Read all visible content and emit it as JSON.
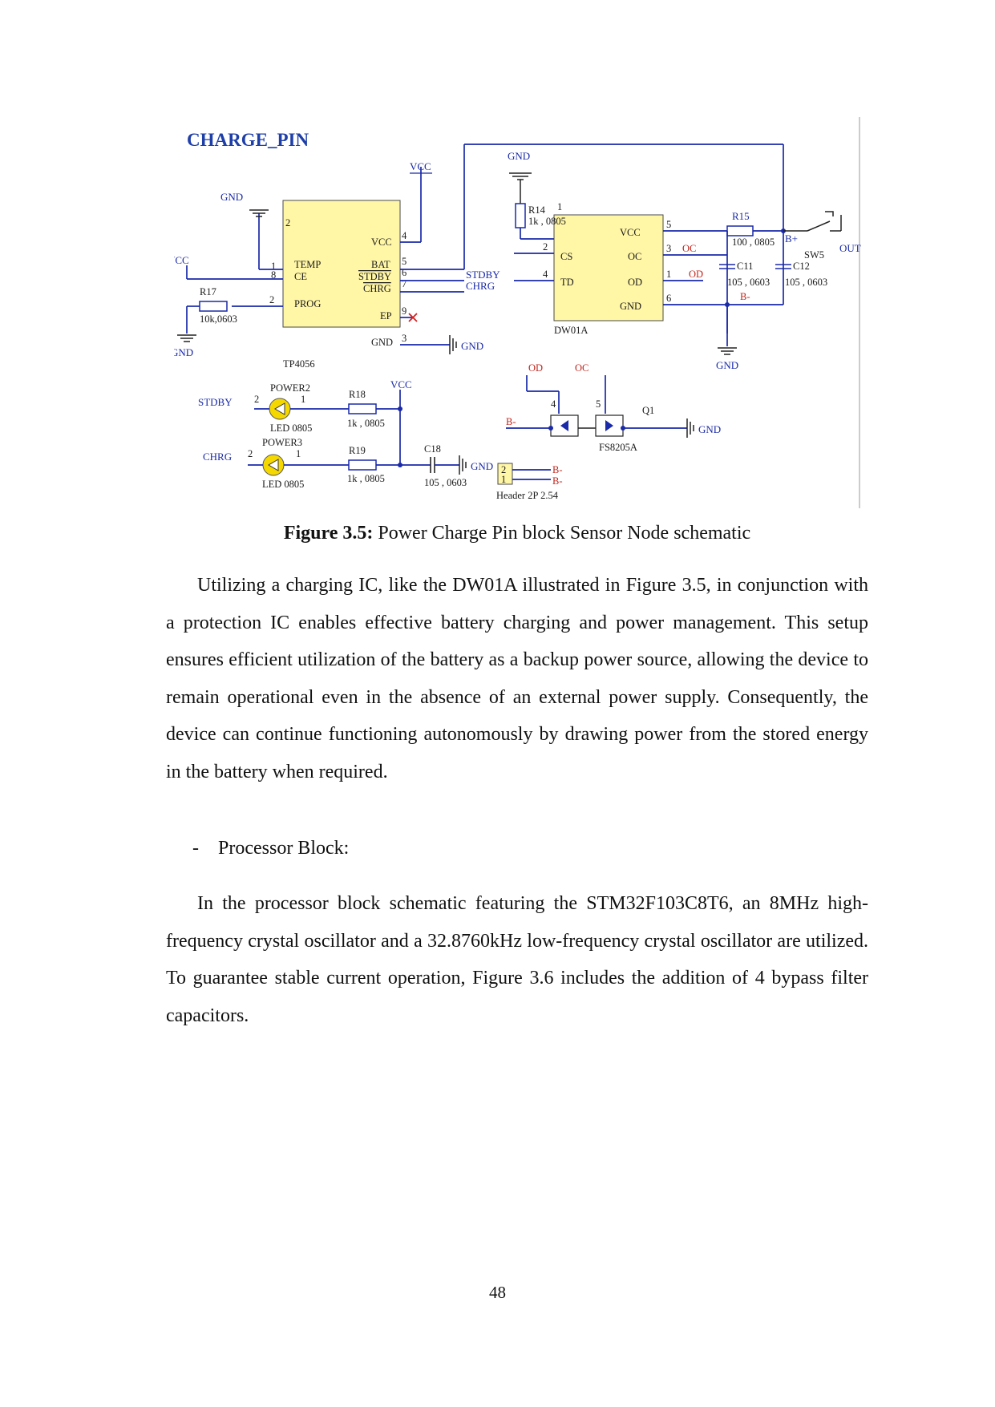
{
  "figure": {
    "schematic_title": "CHARGE_PIN",
    "labels": {
      "vcc": "VCC",
      "gnd": "GND",
      "stdby": "STDBY",
      "chrg": "CHRG",
      "b_minus": "B-",
      "b_plus": "B+",
      "oc": "OC",
      "od": "OD",
      "out": "OUT"
    },
    "tp4056": {
      "name": "TP4056",
      "pins_left": [
        "TEMP",
        "CE",
        "PROG"
      ],
      "pins_right": [
        "VCC",
        "BAT",
        "STDBY",
        "CHRG",
        "EP",
        "GND"
      ],
      "pin_numbers": [
        "1",
        "8",
        "2",
        "4",
        "5",
        "6",
        "7",
        "9",
        "3",
        "2"
      ]
    },
    "dw01a": {
      "name": "DW01A",
      "pins_left": [
        "CS",
        "TD"
      ],
      "pins_right": [
        "VCC",
        "OC",
        "OD",
        "GND"
      ],
      "pin_numbers": [
        "1",
        "2",
        "4",
        "5",
        "3",
        "1",
        "6"
      ]
    },
    "components": {
      "r14": {
        "ref": "R14",
        "value": "1k , 0805"
      },
      "r15": {
        "ref": "R15",
        "value": "100 , 0805"
      },
      "r17": {
        "ref": "R17",
        "value": "10k,0603"
      },
      "r18": {
        "ref": "R18",
        "value": "1k , 0805"
      },
      "r19": {
        "ref": "R19",
        "value": "1k , 0805"
      },
      "c11": {
        "ref": "C11",
        "value": "105 , 0603"
      },
      "c12": {
        "ref": "C12",
        "value": "105 , 0603"
      },
      "c18": {
        "ref": "C18",
        "value": "105 , 0603"
      },
      "sw5": {
        "ref": "SW5"
      },
      "q1": {
        "ref": "Q1",
        "value": "FS8205A",
        "pins": [
          "4",
          "5"
        ]
      },
      "power2": {
        "ref": "POWER2",
        "value": "LED 0805",
        "pins": [
          "2",
          "1"
        ]
      },
      "power3": {
        "ref": "POWER3",
        "value": "LED 0805",
        "pins": [
          "2",
          "1"
        ]
      },
      "header": {
        "value": "Header 2P 2.54",
        "pins": [
          "2",
          "1"
        ]
      }
    }
  },
  "caption": {
    "label": "Figure 3.5:",
    "text": "Power Charge Pin block Sensor Node schematic"
  },
  "paragraph1": "Utilizing a charging IC, like the DW01A illustrated in Figure 3.5, in conjunction with a protection IC enables effective battery charging and power management. This setup ensures efficient utilization of the battery as a backup power source, allowing the device to remain operational even in the absence of an external power supply. Consequently, the device can continue functioning autonomously by drawing power from the stored energy in the battery when required.",
  "bullet": "- Processor Block:",
  "paragraph2": "In the processor block schematic featuring the STM32F103C8T6, an 8MHz high-frequency crystal oscillator and a 32.8760kHz low-frequency crystal oscillator are utilized. To guarantee stable current operation, Figure 3.6 includes the addition of 4 bypass filter capacitors.",
  "page_number": "48",
  "colors": {
    "wire": "#1a2aa8",
    "chip_fill": "#fff6a6",
    "title": "#1f3fa8",
    "led": "#f5d800"
  }
}
